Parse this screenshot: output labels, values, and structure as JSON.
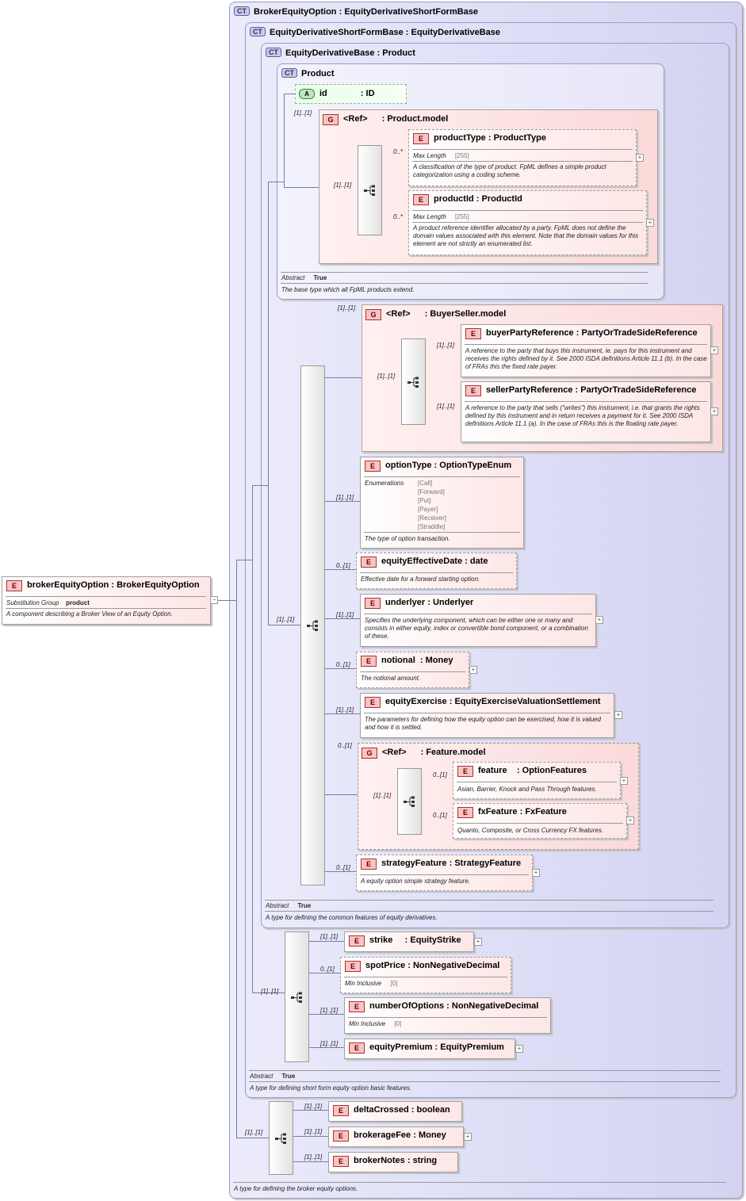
{
  "root": {
    "name": "brokerEquityOption",
    "type": "BrokerEquityOption",
    "subst_label": "Substitution Group",
    "subst_value": "product",
    "doc": "A component describing a Broker View of an Equity Option."
  },
  "ct1": {
    "badge": "CT",
    "title": "BrokerEquityOption",
    "base": "EquityDerivativeShortFormBase",
    "doc": "A type for defining the broker equity options."
  },
  "ct2": {
    "badge": "CT",
    "title": "EquityDerivativeShortFormBase",
    "base": "EquityDerivativeBase",
    "abstract_label": "Abstract",
    "abstract_value": "True",
    "doc": "A type for defining short form equity option basic features."
  },
  "ct3": {
    "badge": "CT",
    "title": "EquityDerivativeBase",
    "base": "Product",
    "abstract_label": "Abstract",
    "abstract_value": "True",
    "doc": "A type for defining the common features of equity derivatives."
  },
  "ct4": {
    "badge": "CT",
    "title": "Product",
    "abstract_label": "Abstract",
    "abstract_value": "True",
    "doc": "The base type which all FpML products extend."
  },
  "attr_id": {
    "badge": "A",
    "name": "id",
    "type": "ID"
  },
  "product_model": {
    "badge": "G",
    "ref": "<Ref>",
    "name": "Product.model",
    "card": "[1]..[1]",
    "seq_card": "[1]..[1]",
    "productType": {
      "name": "productType",
      "type": "ProductType",
      "card": "0..*",
      "prop_label": "Max Length",
      "prop_value": "[255]",
      "doc": "A classification of the type of product. FpML defines a simple product categorization using a coding scheme."
    },
    "productId": {
      "name": "productId",
      "type": "ProductId",
      "card": "0..*",
      "prop_label": "Max Length",
      "prop_value": "[255]",
      "doc": "A product reference identifier allocated by a party. FpML does not define the domain values associated with this element. Note that the domain values for this element are not strictly an enumerated list."
    }
  },
  "buyerseller_model": {
    "badge": "G",
    "ref": "<Ref>",
    "name": "BuyerSeller.model",
    "card": "[1]..[1]",
    "seq_card": "[1]..[1]",
    "buyer": {
      "name": "buyerPartyReference",
      "type": "PartyOrTradeSideReference",
      "card": "[1]..[1]",
      "doc": "A reference to the party that buys this instrument, ie. pays for this instrument and receives the rights defined by it. See 2000 ISDA definitions Article 11.1 (b). In the case of FRAs this the fixed rate payer."
    },
    "seller": {
      "name": "sellerPartyReference",
      "type": "PartyOrTradeSideReference",
      "card": "[1]..[1]",
      "doc": "A reference to the party that sells (\"writes\") this instrument, i.e. that grants the rights defined by this instrument and in return receives a payment for it. See 2000 ISDA definitions Article 11.1 (a). In the case of FRAs this is the floating rate payer."
    }
  },
  "seq3_card": "[1]..[1]",
  "optionType": {
    "name": "optionType",
    "type": "OptionTypeEnum",
    "card": "[1]..[1]",
    "prop_label": "Enumerations",
    "enums": [
      "[Call]",
      "[Forward]",
      "[Put]",
      "[Payer]",
      "[Receiver]",
      "[Straddle]"
    ],
    "doc": "The type of option transaction."
  },
  "equityEffectiveDate": {
    "name": "equityEffectiveDate",
    "type": "date",
    "card": "0..[1]",
    "doc": "Effective date for a forward starting option."
  },
  "underlyer": {
    "name": "underlyer",
    "type": "Underlyer",
    "card": "[1]..[1]",
    "doc": "Specifies the underlying component, which can be either one or many and consists in either equity, index or convertible bond component, or a combination of these."
  },
  "notional": {
    "name": "notional",
    "type": "Money",
    "card": "0..[1]",
    "doc": "The notional amount."
  },
  "equityExercise": {
    "name": "equityExercise",
    "type": "EquityExerciseValuationSettlement",
    "card": "[1]..[1]",
    "doc": "The parameters for defining how the equity option can be exercised, how it is valued and how it is settled."
  },
  "feature_model": {
    "badge": "G",
    "ref": "<Ref>",
    "name": "Feature.model",
    "card": "0..[1]",
    "seq_card": "[1]..[1]",
    "feature": {
      "name": "feature",
      "type": "OptionFeatures",
      "card": "0..[1]",
      "doc": "Asian, Barrier, Knock and Pass Through features."
    },
    "fxFeature": {
      "name": "fxFeature",
      "type": "FxFeature",
      "card": "0..[1]",
      "doc": "Quanto, Composite, or Cross Currency FX features."
    }
  },
  "strategyFeature": {
    "name": "strategyFeature",
    "type": "StrategyFeature",
    "card": "0..[1]",
    "doc": "A equity option simple strategy feature."
  },
  "seq2_card": "[1]..[1]",
  "strike": {
    "name": "strike",
    "type": "EquityStrike",
    "card": "[1]..[1]"
  },
  "spotPrice": {
    "name": "spotPrice",
    "type": "NonNegativeDecimal",
    "card": "0..[1]",
    "prop_label": "Min Inclusive",
    "prop_value": "[0]"
  },
  "numberOfOptions": {
    "name": "numberOfOptions",
    "type": "NonNegativeDecimal",
    "card": "[1]..[1]",
    "prop_label": "Min Inclusive",
    "prop_value": "[0]"
  },
  "equityPremium": {
    "name": "equityPremium",
    "type": "EquityPremium",
    "card": "[1]..[1]"
  },
  "seq1_card": "[1]..[1]",
  "deltaCrossed": {
    "name": "deltaCrossed",
    "type": "boolean",
    "card": "[1]..[1]"
  },
  "brokerageFee": {
    "name": "brokerageFee",
    "type": "Money",
    "card": "[1]..[1]"
  },
  "brokerNotes": {
    "name": "brokerNotes",
    "type": "string",
    "card": "[1]..[1]"
  },
  "colon": ":",
  "icons": {
    "element": "E",
    "group": "G",
    "plus": "+",
    "minus": "−"
  }
}
